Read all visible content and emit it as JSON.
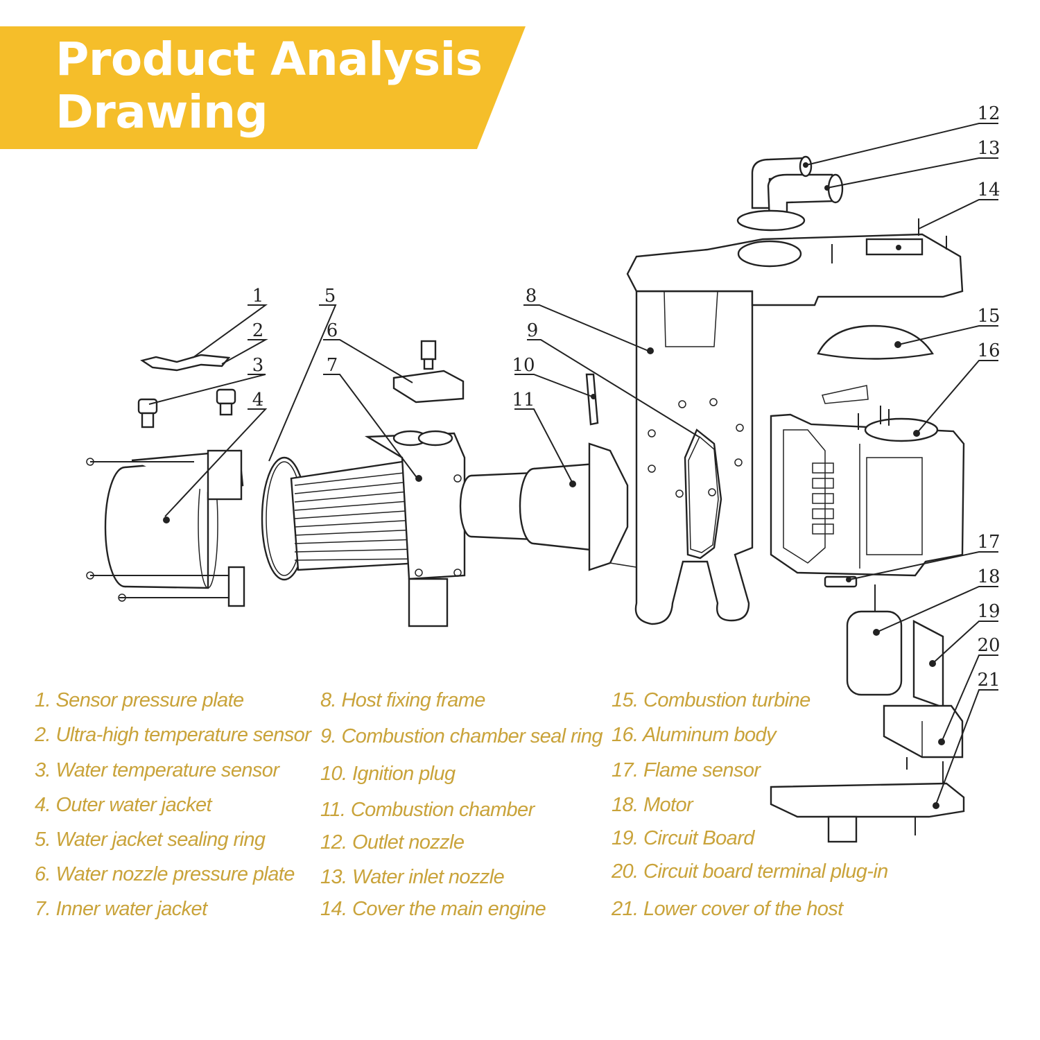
{
  "banner": {
    "title_line1": "Product Analysis",
    "title_line2": "Drawing",
    "color": "#f5be2a"
  },
  "callouts": [
    "1",
    "2",
    "3",
    "4",
    "5",
    "6",
    "7",
    "8",
    "9",
    "10",
    "11",
    "12",
    "13",
    "14",
    "15",
    "16",
    "17",
    "18",
    "19",
    "20",
    "21"
  ],
  "legend": {
    "text_color": "#c9a33a",
    "items": [
      "1. Sensor pressure plate",
      "2. Ultra-high temperature sensor",
      "3. Water temperature sensor",
      "4. Outer water jacket",
      "5. Water jacket sealing ring",
      "6. Water nozzle pressure plate",
      "7. Inner water jacket",
      "8. Host fixing frame",
      "9. Combustion chamber seal ring",
      "10. Ignition plug",
      "11. Combustion chamber",
      "12. Outlet nozzle",
      "13. Water inlet nozzle",
      "14. Cover the main engine",
      "15. Combustion turbine",
      "16. Aluminum body",
      "17. Flame sensor",
      "18. Motor",
      "19. Circuit Board",
      "20. Circuit board terminal plug-in",
      "21. Lower cover of the host"
    ]
  }
}
